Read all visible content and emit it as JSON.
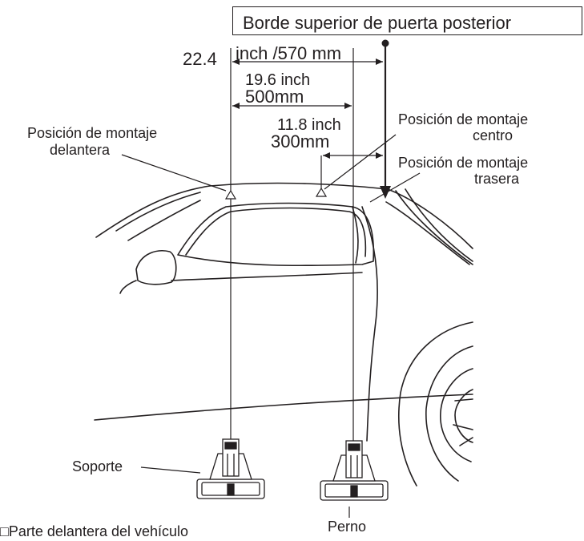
{
  "title_box": {
    "text": "Borde superior de puerta posterior"
  },
  "dimensions": {
    "d570": {
      "value": "22.4",
      "text": "inch /570 mm"
    },
    "d500": {
      "line1": "19.6 inch",
      "line2": "500mm"
    },
    "d300": {
      "line1": "11.8 inch",
      "line2": "300mm"
    }
  },
  "labels": {
    "front_mount": {
      "line1": "Posición de montaje",
      "line2": "delantera"
    },
    "center_mount": {
      "line1": "Posición de montaje",
      "line2": "centro"
    },
    "rear_mount": {
      "line1": "Posición de montaje",
      "line2": "trasera"
    },
    "bracket": "Soporte",
    "bolt": "Perno",
    "vehicle_front": "□Parte delantera del vehículo"
  },
  "colors": {
    "ink": "#231f20",
    "background": "#ffffff"
  }
}
